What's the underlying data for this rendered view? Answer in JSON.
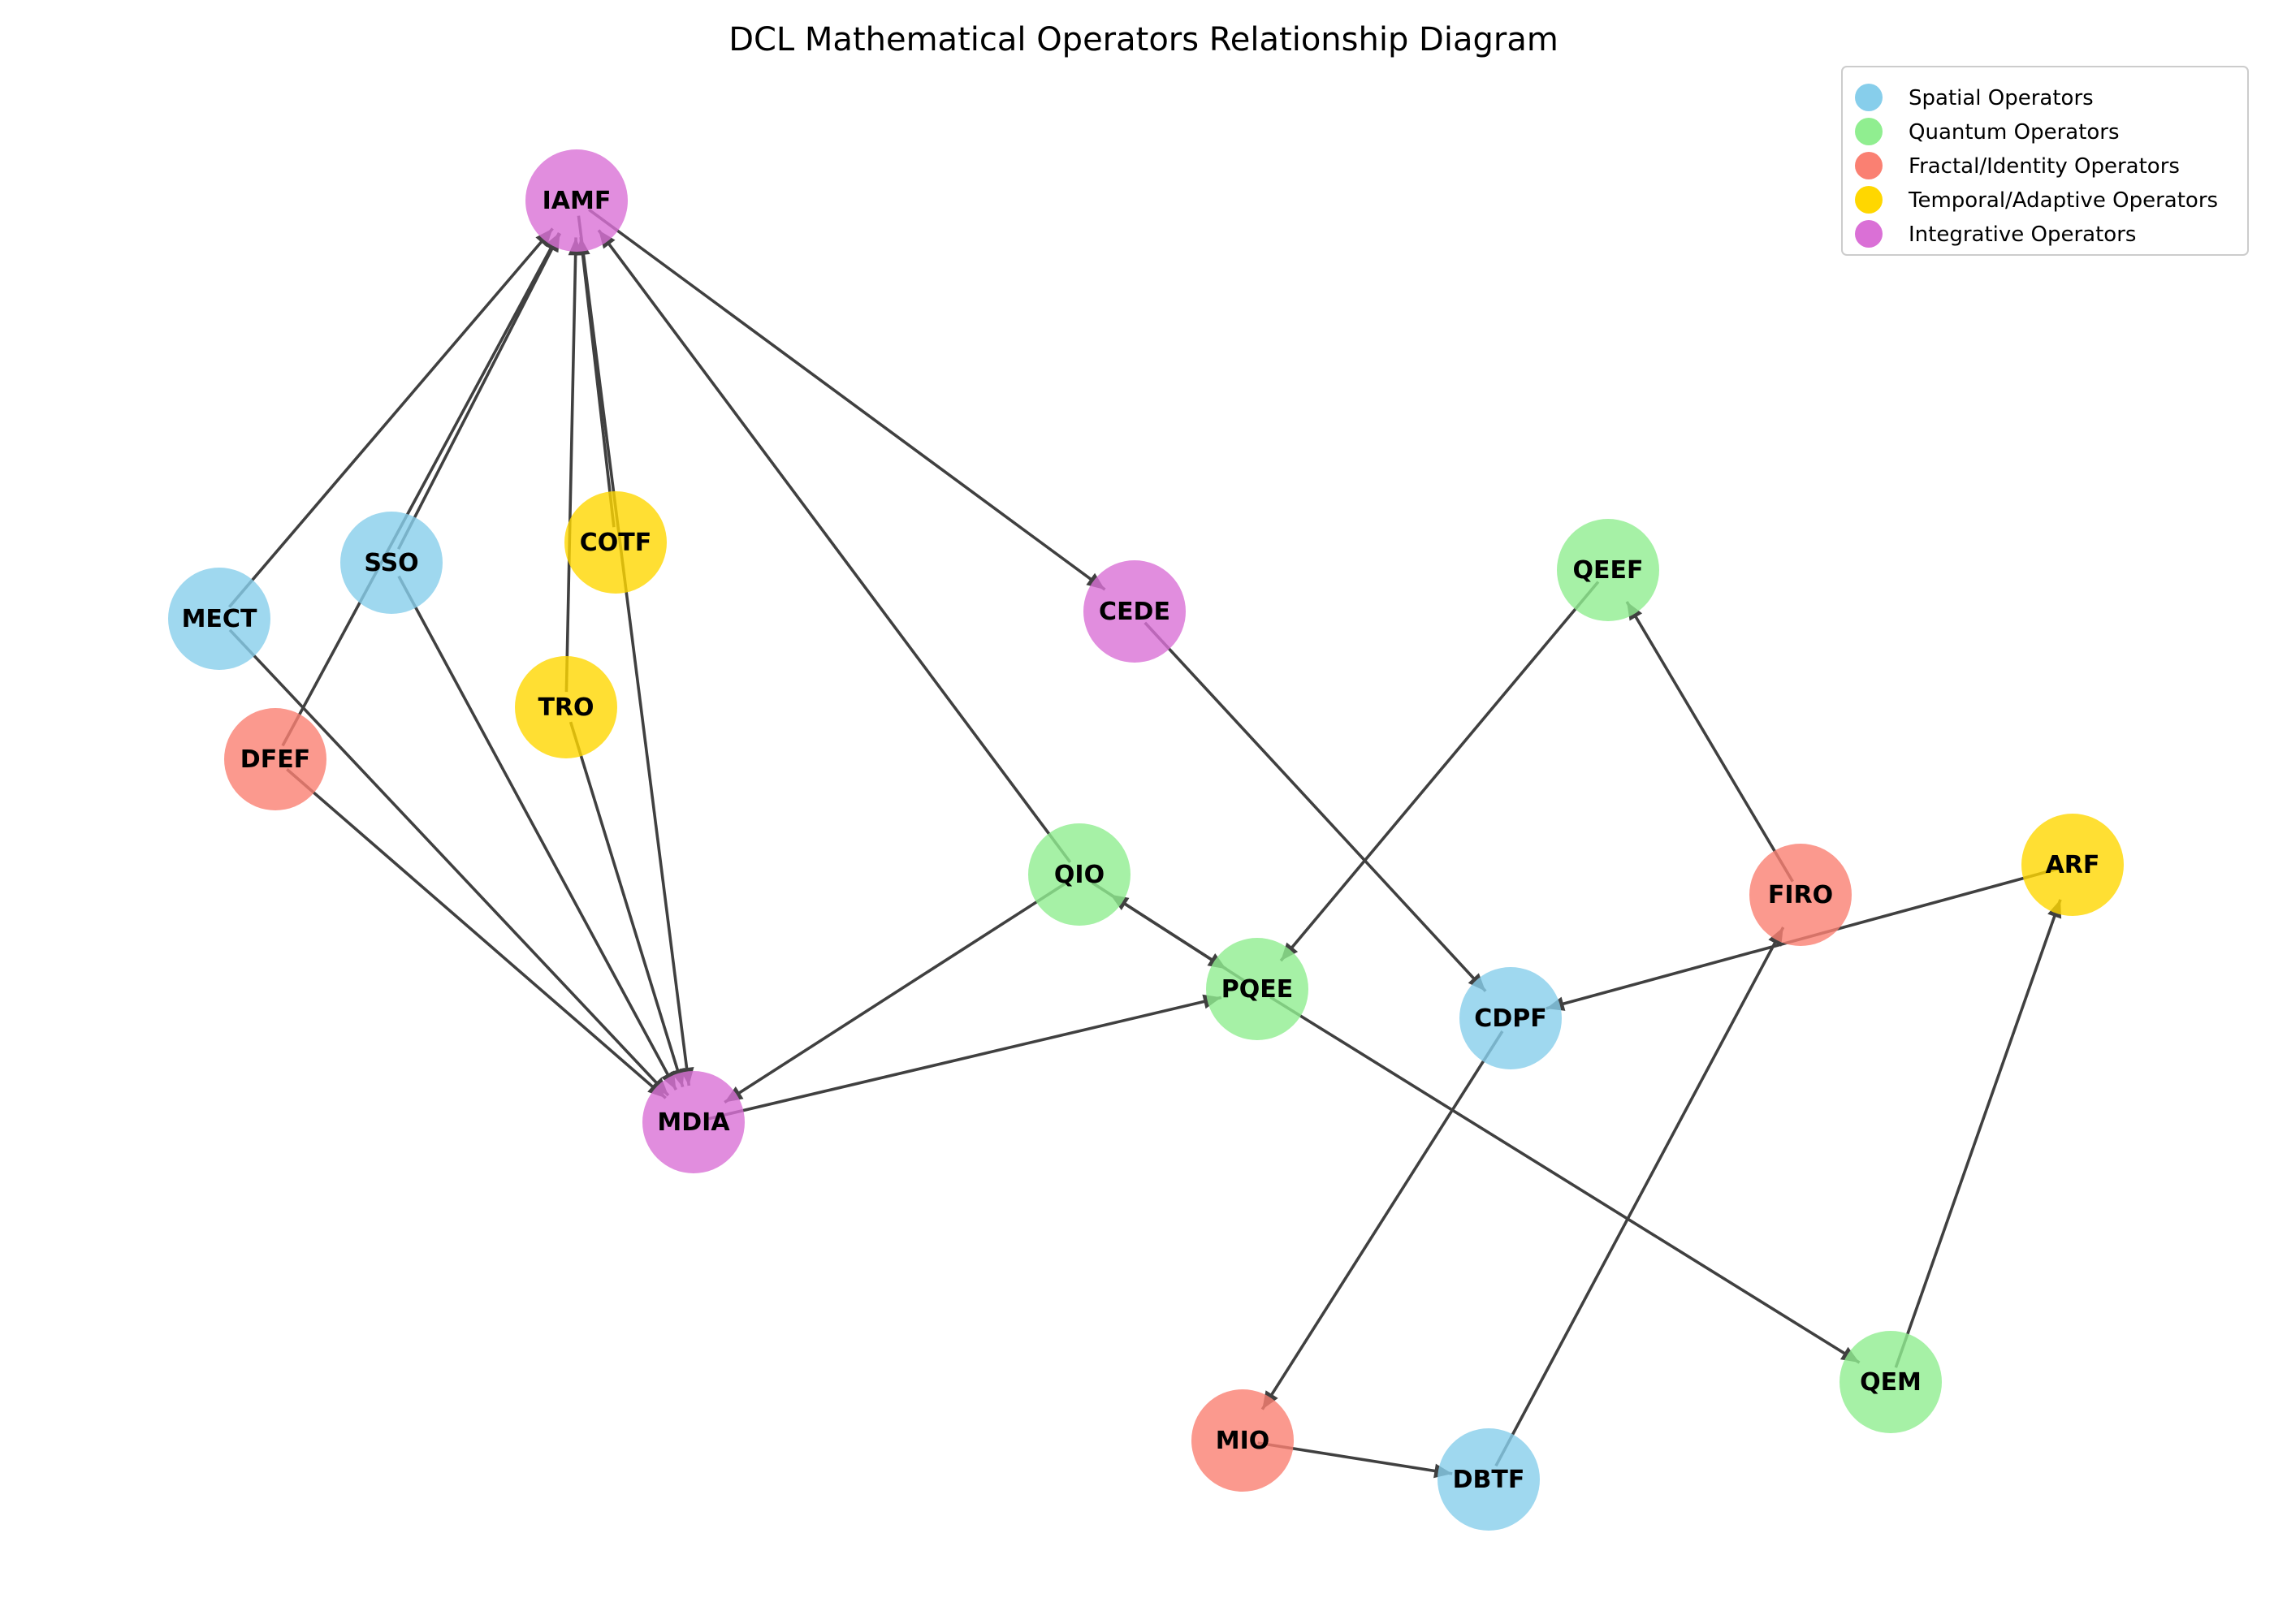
{
  "diagram": {
    "title": "DCL Mathematical Operators Relationship Diagram",
    "categories": [
      {
        "key": "spatial",
        "name": "Spatial Operators",
        "color": "#87CEEB"
      },
      {
        "key": "quantum",
        "name": "Quantum Operators",
        "color": "#90EE90"
      },
      {
        "key": "fractal",
        "name": "Fractal/Identity Operators",
        "color": "#FA8072"
      },
      {
        "key": "temporal",
        "name": "Temporal/Adaptive Operators",
        "color": "#FFD700"
      },
      {
        "key": "integrative",
        "name": "Integrative Operators",
        "color": "#DA70D6"
      }
    ],
    "nodes": [
      {
        "id": "IAMF",
        "label": "IAMF",
        "category": "integrative"
      },
      {
        "id": "SSO",
        "label": "SSO",
        "category": "spatial"
      },
      {
        "id": "COTF",
        "label": "COTF",
        "category": "temporal"
      },
      {
        "id": "MECT",
        "label": "MECT",
        "category": "spatial"
      },
      {
        "id": "TRO",
        "label": "TRO",
        "category": "temporal"
      },
      {
        "id": "DFEF",
        "label": "DFEF",
        "category": "fractal"
      },
      {
        "id": "CEDE",
        "label": "CEDE",
        "category": "integrative"
      },
      {
        "id": "QEEF",
        "label": "QEEF",
        "category": "quantum"
      },
      {
        "id": "QIO",
        "label": "QIO",
        "category": "quantum"
      },
      {
        "id": "PQEE",
        "label": "PQEE",
        "category": "quantum"
      },
      {
        "id": "CDPF",
        "label": "CDPF",
        "category": "spatial"
      },
      {
        "id": "FIRO",
        "label": "FIRO",
        "category": "fractal"
      },
      {
        "id": "ARF",
        "label": "ARF",
        "category": "temporal"
      },
      {
        "id": "MDIA",
        "label": "MDIA",
        "category": "integrative"
      },
      {
        "id": "QEM",
        "label": "QEM",
        "category": "quantum"
      },
      {
        "id": "MIO",
        "label": "MIO",
        "category": "fractal"
      },
      {
        "id": "DBTF",
        "label": "DBTF",
        "category": "spatial"
      }
    ],
    "edges": [
      {
        "from": "MECT",
        "to": "IAMF"
      },
      {
        "from": "SSO",
        "to": "IAMF"
      },
      {
        "from": "DFEF",
        "to": "IAMF"
      },
      {
        "from": "TRO",
        "to": "IAMF"
      },
      {
        "from": "COTF",
        "to": "IAMF"
      },
      {
        "from": "QIO",
        "to": "IAMF"
      },
      {
        "from": "IAMF",
        "to": "CEDE"
      },
      {
        "from": "IAMF",
        "to": "MDIA"
      },
      {
        "from": "MECT",
        "to": "MDIA"
      },
      {
        "from": "SSO",
        "to": "MDIA"
      },
      {
        "from": "DFEF",
        "to": "MDIA"
      },
      {
        "from": "TRO",
        "to": "MDIA"
      },
      {
        "from": "QIO",
        "to": "MDIA"
      },
      {
        "from": "MDIA",
        "to": "PQEE"
      },
      {
        "from": "PQEE",
        "to": "QIO"
      },
      {
        "from": "QIO",
        "to": "PQEE"
      },
      {
        "from": "QEEF",
        "to": "PQEE"
      },
      {
        "from": "PQEE",
        "to": "QEM"
      },
      {
        "from": "CEDE",
        "to": "CDPF"
      },
      {
        "from": "ARF",
        "to": "CDPF"
      },
      {
        "from": "CDPF",
        "to": "MIO"
      },
      {
        "from": "MIO",
        "to": "DBTF"
      },
      {
        "from": "DBTF",
        "to": "FIRO"
      },
      {
        "from": "FIRO",
        "to": "QEEF"
      },
      {
        "from": "QEM",
        "to": "ARF"
      }
    ]
  }
}
